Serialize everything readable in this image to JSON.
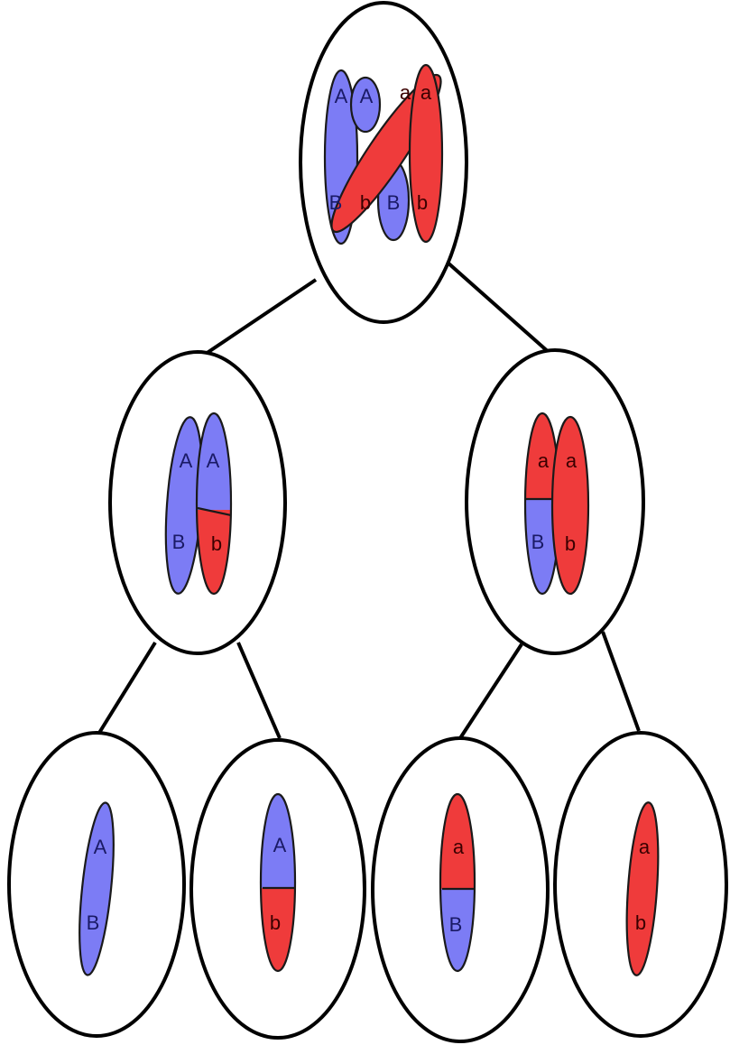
{
  "colors": {
    "blue_chromatid": "#7c7cf5",
    "red_chromatid": "#ef3b3b",
    "outline": "#000000"
  },
  "cells": {
    "parent": {
      "chromosomes": [
        {
          "top_allele": "A",
          "bottom_allele": "B"
        },
        {
          "top_allele": "A",
          "bottom_allele": "B"
        },
        {
          "top_allele": "a",
          "bottom_allele": "b"
        },
        {
          "top_allele": "a",
          "bottom_allele": "b"
        }
      ]
    },
    "meiosis1_left": {
      "chromosomes": [
        {
          "top_allele": "A",
          "bottom_allele": "B"
        },
        {
          "top_allele": "A",
          "bottom_allele": "b"
        }
      ]
    },
    "meiosis1_right": {
      "chromosomes": [
        {
          "top_allele": "a",
          "bottom_allele": "B"
        },
        {
          "top_allele": "a",
          "bottom_allele": "b"
        }
      ]
    },
    "gamete_1": {
      "top_allele": "A",
      "bottom_allele": "B"
    },
    "gamete_2": {
      "top_allele": "A",
      "bottom_allele": "b"
    },
    "gamete_3": {
      "top_allele": "a",
      "bottom_allele": "B"
    },
    "gamete_4": {
      "top_allele": "a",
      "bottom_allele": "b"
    }
  }
}
